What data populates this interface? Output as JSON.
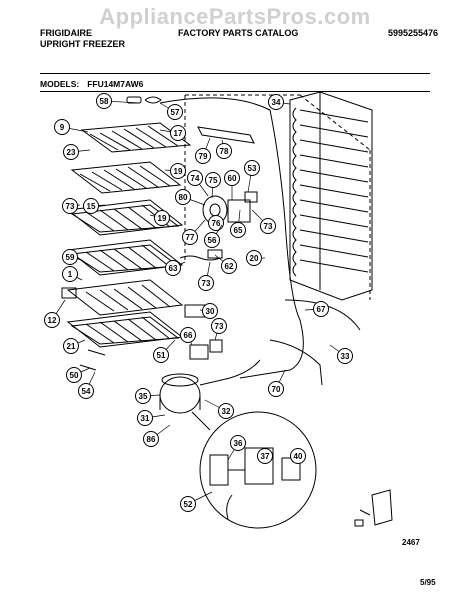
{
  "watermark": "AppliancePartsPros.com",
  "header": {
    "brand": "FRIGIDAIRE",
    "product": "UPRIGHT FREEZER",
    "catalog": "FACTORY PARTS CATALOG",
    "catalog_number": "5995255476",
    "models_label": "MODELS:",
    "model_number": "FFU14M7AW6"
  },
  "footer": {
    "diagram_number": "2467",
    "date": "5/95"
  },
  "callouts": [
    "58",
    "57",
    "9",
    "17",
    "34",
    "79",
    "78",
    "23",
    "53",
    "19",
    "74",
    "75",
    "60",
    "80",
    "73",
    "15",
    "19",
    "76",
    "77",
    "56",
    "65",
    "73",
    "59",
    "20",
    "63",
    "62",
    "73",
    "1",
    "12",
    "30",
    "67",
    "66",
    "73",
    "21",
    "51",
    "50",
    "54",
    "70",
    "33",
    "35",
    "32",
    "31",
    "86",
    "36",
    "37",
    "40",
    "52"
  ]
}
